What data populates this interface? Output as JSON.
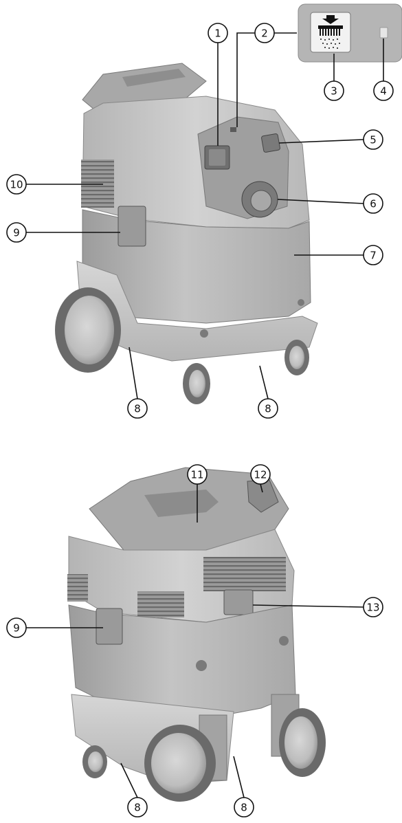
{
  "figure": {
    "top_view": {
      "callouts": [
        "1",
        "2",
        "3",
        "4",
        "5",
        "6",
        "7",
        "8",
        "8",
        "9",
        "10"
      ],
      "inset": {
        "icon": "filter-cleaning-icon",
        "indicator": "indicator-lamp-icon"
      }
    },
    "bottom_view": {
      "callouts": [
        "11",
        "12",
        "13",
        "9",
        "8",
        "8"
      ]
    }
  },
  "colors": {
    "body_light": "#c9c9c9",
    "body_mid": "#a9a9a9",
    "body_dark": "#8a8a8a",
    "inset_bg": "#b5b5b5",
    "line": "#111111"
  }
}
